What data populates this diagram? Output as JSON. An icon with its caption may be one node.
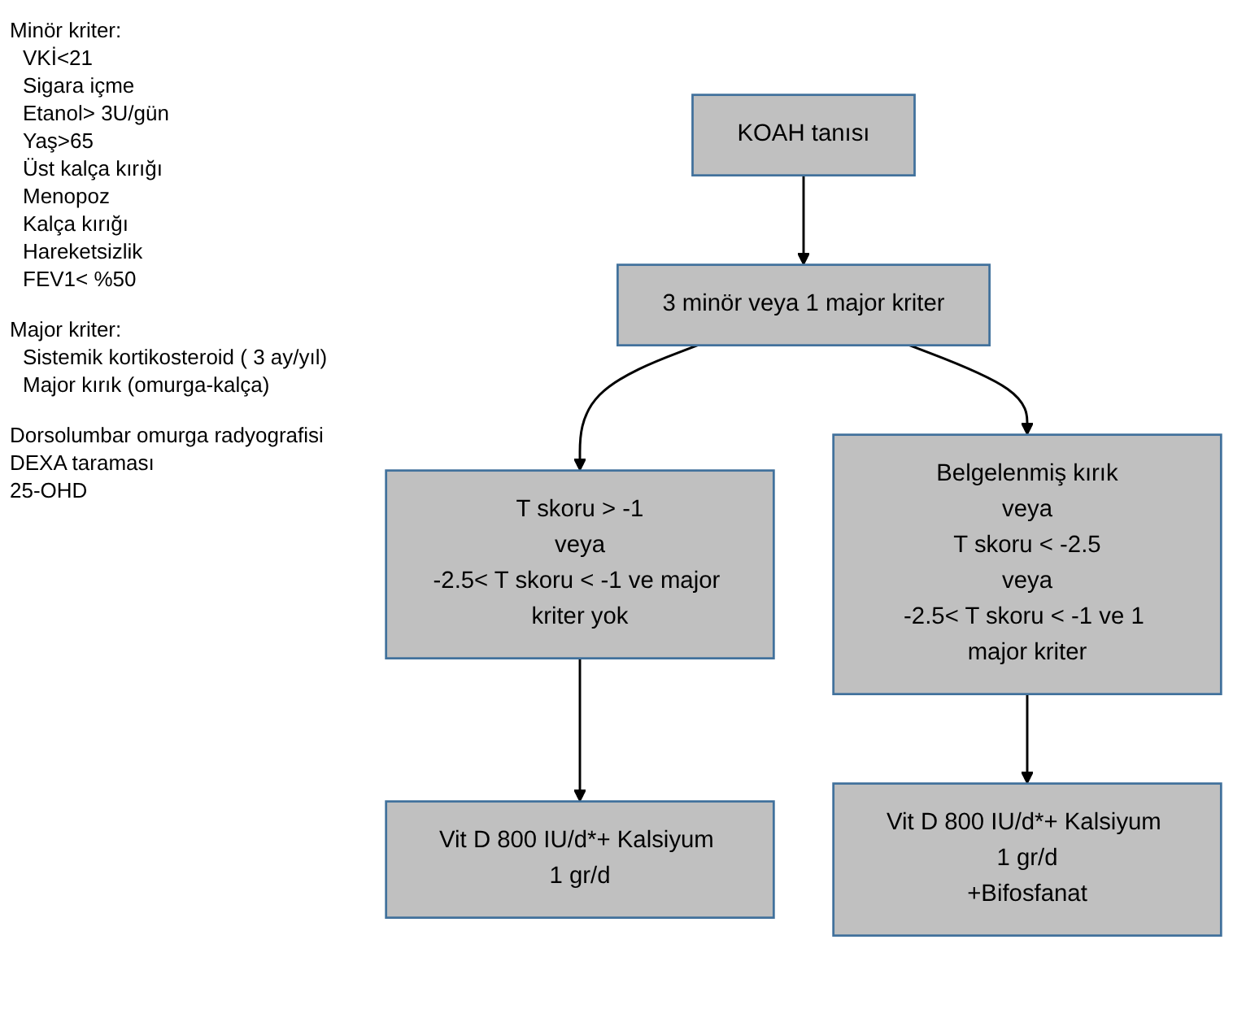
{
  "diagram": {
    "nodes": [
      {
        "text": [
          "KOAH tanısı"
        ]
      },
      {
        "text": [
          "3 minör veya 1 major kriter"
        ]
      },
      {
        "text": [
          "T skoru > -1",
          "veya",
          "-2.5< T skoru < -1 ve major kriter yok"
        ]
      },
      {
        "text": [
          "Belgelenmiş kırık",
          "veya",
          "T skoru < -2.5",
          "veya",
          "-2.5< T skoru < -1 ve 1 major kriter"
        ]
      },
      {
        "text": [
          "Vit D 800 IU/d*+ Kalsiyum 1 gr/d"
        ]
      },
      {
        "text": [
          "Vit D 800 IU/d*+ Kalsiyum 1 gr/d",
          "+Bifosfanat"
        ]
      }
    ],
    "edges": [
      {
        "from": 0,
        "to": 1,
        "arrow": "to"
      },
      {
        "from": 1,
        "to": 2,
        "arrow": "to"
      },
      {
        "from": 1,
        "to": 3,
        "arrow": "to"
      },
      {
        "from": 2,
        "to": 4,
        "arrow": "to"
      },
      {
        "from": 3,
        "to": 5,
        "arrow": "to"
      }
    ],
    "labels": [
      "Minör kriter:",
      "VKİ<21",
      "Sigara içme",
      "Etanol> 3U/gün",
      "Yaş>65",
      "Üst kalça kırığı",
      "Menopoz",
      "Kalça kırığı",
      "Hareketsizlik",
      "FEV1< %50",
      "Major kriter:",
      "Sistemik kortikosteroid ( 3 ay/yıl)",
      "Major kırık (omurga-kalça)",
      "Dorsolumbar omurga radyografisi",
      "DEXA taraması",
      "25-OHD"
    ]
  }
}
